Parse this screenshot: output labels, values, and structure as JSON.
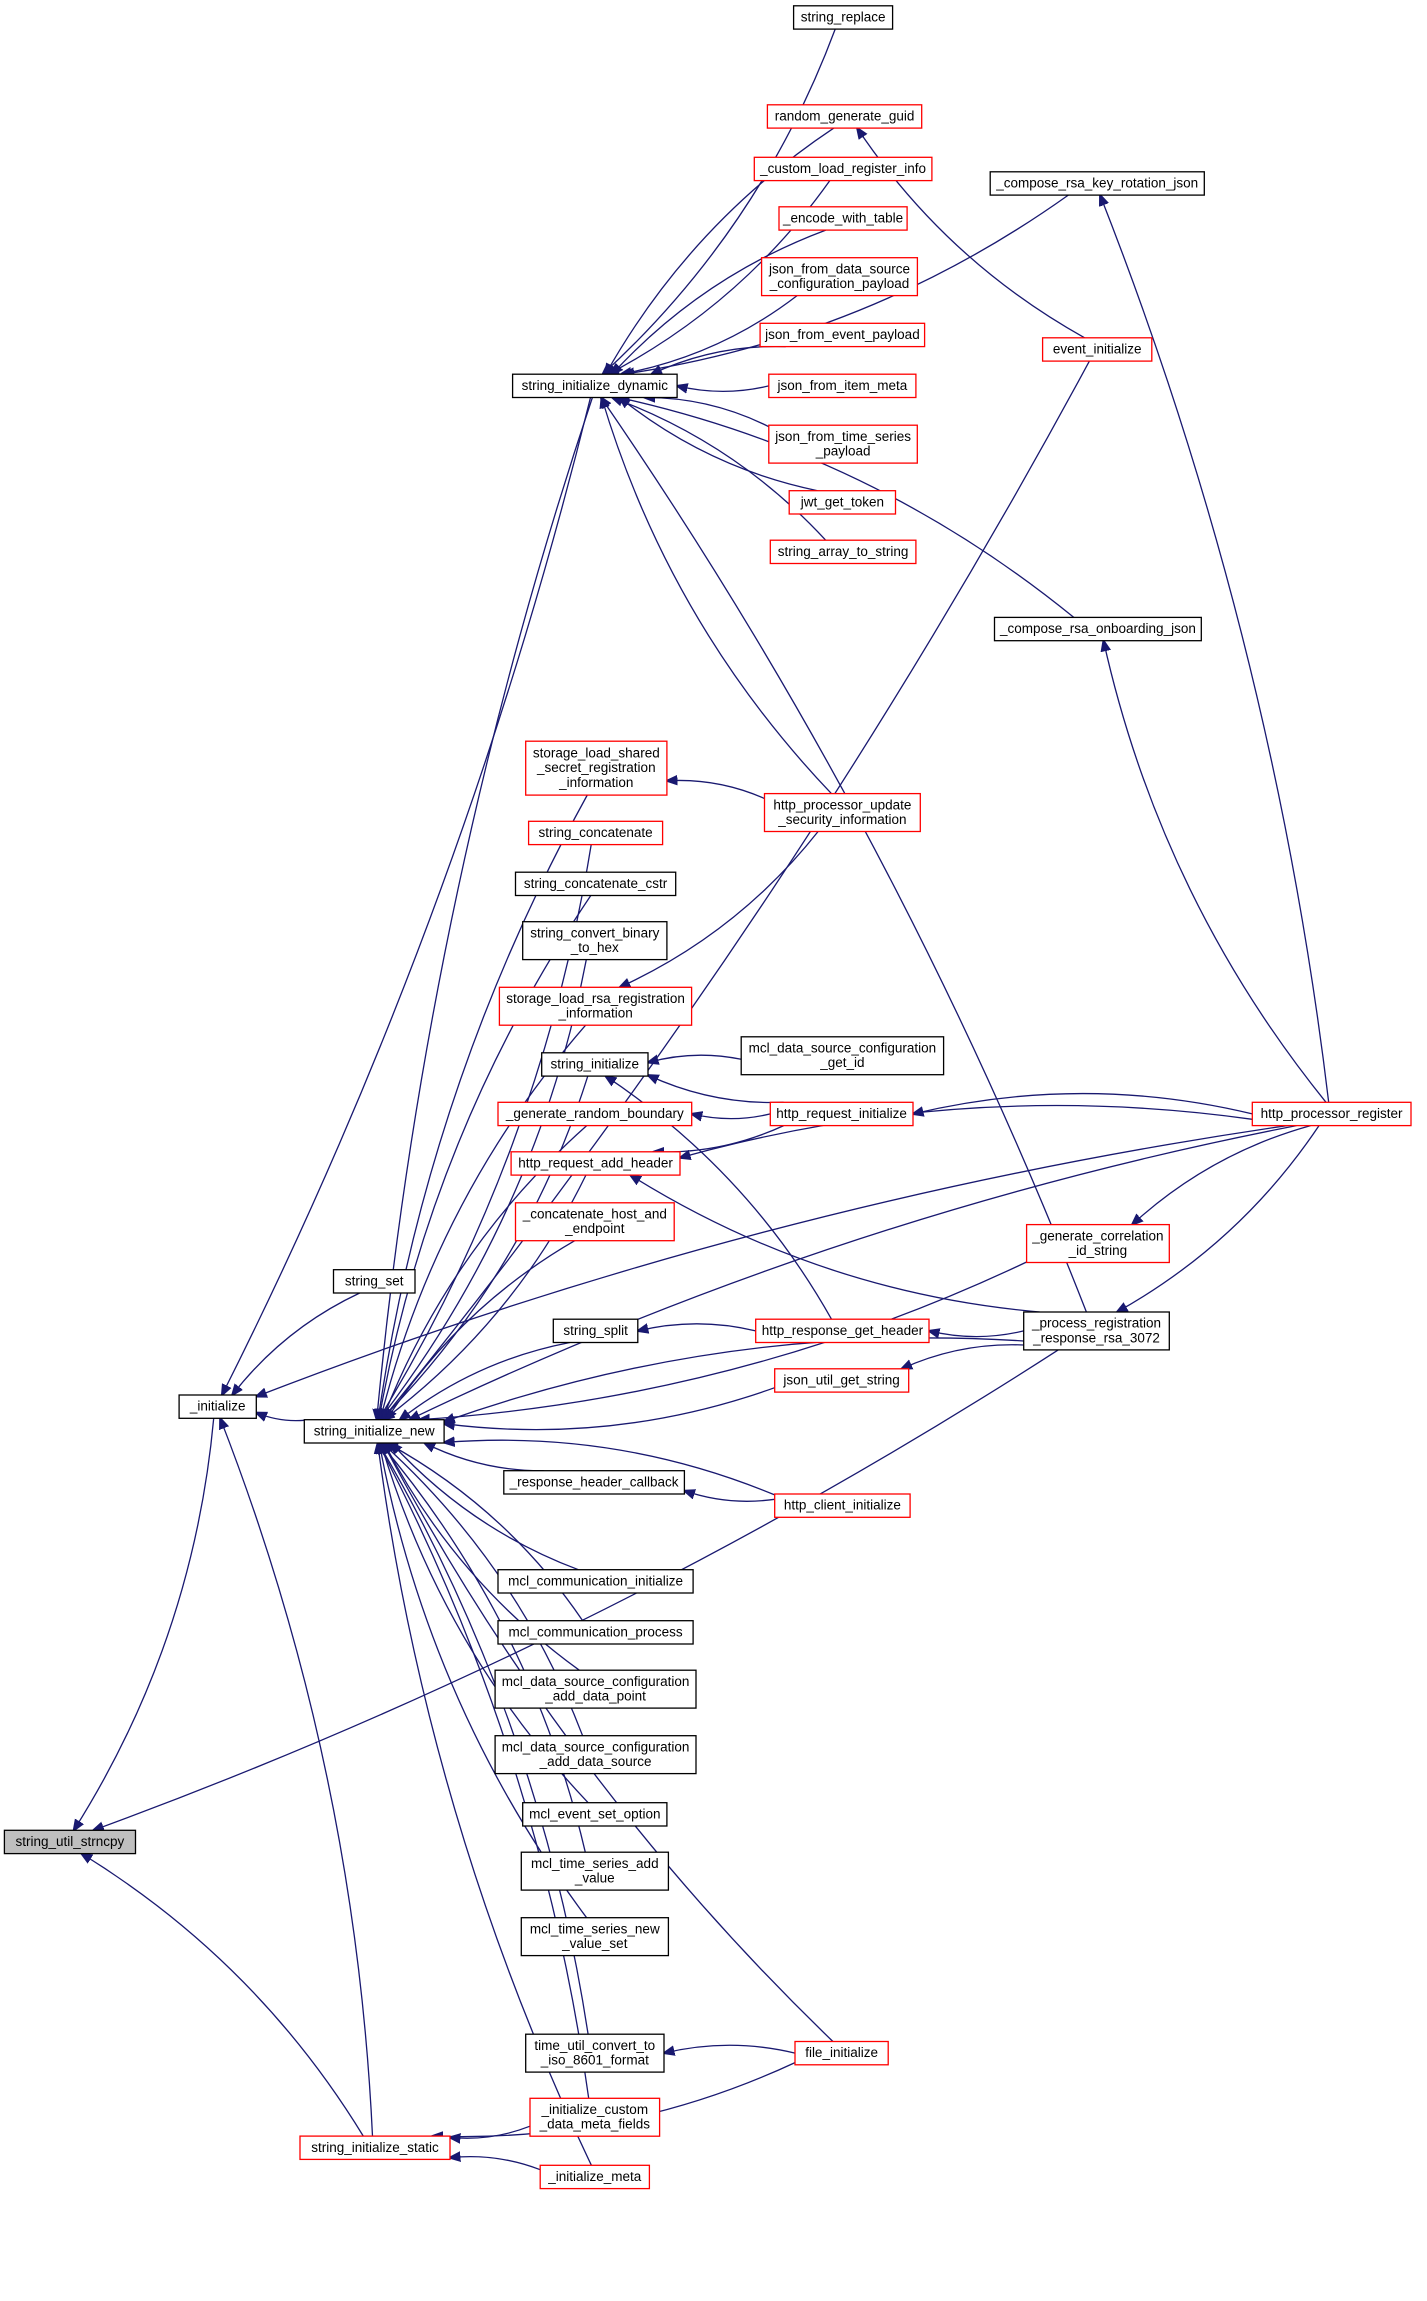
{
  "colors": {
    "edge": "#191970",
    "plain_border": "#000000",
    "undocumented_border": "#ff0000",
    "focus_fill": "#bfbfbf",
    "node_fill": "#ffffff"
  },
  "nodes": [
    {
      "id": "string_util_strncpy",
      "lines": [
        "string_util_strncpy"
      ],
      "style": "focus"
    },
    {
      "id": "_initialize",
      "lines": [
        "_initialize"
      ],
      "style": "plain"
    },
    {
      "id": "string_set",
      "lines": [
        "string_set"
      ],
      "style": "plain"
    },
    {
      "id": "string_initialize_new",
      "lines": [
        "string_initialize_new"
      ],
      "style": "plain"
    },
    {
      "id": "string_initialize_static",
      "lines": [
        "string_initialize_static"
      ],
      "style": "red"
    },
    {
      "id": "string_initialize_dynamic",
      "lines": [
        "string_initialize_dynamic"
      ],
      "style": "plain"
    },
    {
      "id": "string_replace",
      "lines": [
        "string_replace"
      ],
      "style": "plain"
    },
    {
      "id": "random_generate_guid",
      "lines": [
        "random_generate_guid"
      ],
      "style": "red"
    },
    {
      "id": "_custom_load_register_info",
      "lines": [
        "_custom_load_register_info"
      ],
      "style": "red"
    },
    {
      "id": "_encode_with_table",
      "lines": [
        "_encode_with_table"
      ],
      "style": "red"
    },
    {
      "id": "json_from_data_source_configuration_payload",
      "lines": [
        "json_from_data_source",
        "_configuration_payload"
      ],
      "style": "red"
    },
    {
      "id": "json_from_event_payload",
      "lines": [
        "json_from_event_payload"
      ],
      "style": "red"
    },
    {
      "id": "json_from_item_meta",
      "lines": [
        "json_from_item_meta"
      ],
      "style": "red"
    },
    {
      "id": "json_from_time_series_payload",
      "lines": [
        "json_from_time_series",
        "_payload"
      ],
      "style": "red"
    },
    {
      "id": "jwt_get_token",
      "lines": [
        "jwt_get_token"
      ],
      "style": "red"
    },
    {
      "id": "string_array_to_string",
      "lines": [
        "string_array_to_string"
      ],
      "style": "red"
    },
    {
      "id": "_compose_rsa_key_rotation_json",
      "lines": [
        "_compose_rsa_key_rotation_json"
      ],
      "style": "plain"
    },
    {
      "id": "event_initialize",
      "lines": [
        "event_initialize"
      ],
      "style": "red"
    },
    {
      "id": "_compose_rsa_onboarding_json",
      "lines": [
        "_compose_rsa_onboarding_json"
      ],
      "style": "plain"
    },
    {
      "id": "storage_load_shared_secret_registration_information",
      "lines": [
        "storage_load_shared",
        "_secret_registration",
        "_information"
      ],
      "style": "red"
    },
    {
      "id": "http_processor_update_security_information",
      "lines": [
        "http_processor_update",
        "_security_information"
      ],
      "style": "red"
    },
    {
      "id": "string_concatenate",
      "lines": [
        "string_concatenate"
      ],
      "style": "red"
    },
    {
      "id": "string_concatenate_cstr",
      "lines": [
        "string_concatenate_cstr"
      ],
      "style": "plain"
    },
    {
      "id": "string_convert_binary_to_hex",
      "lines": [
        "string_convert_binary",
        "_to_hex"
      ],
      "style": "plain"
    },
    {
      "id": "storage_load_rsa_registration_information",
      "lines": [
        "storage_load_rsa_registration",
        "_information"
      ],
      "style": "red"
    },
    {
      "id": "string_initialize",
      "lines": [
        "string_initialize"
      ],
      "style": "plain"
    },
    {
      "id": "mcl_data_source_configuration_get_id",
      "lines": [
        "mcl_data_source_configuration",
        "_get_id"
      ],
      "style": "plain"
    },
    {
      "id": "_generate_random_boundary",
      "lines": [
        "_generate_random_boundary"
      ],
      "style": "red"
    },
    {
      "id": "http_request_initialize",
      "lines": [
        "http_request_initialize"
      ],
      "style": "red"
    },
    {
      "id": "http_processor_register",
      "lines": [
        "http_processor_register"
      ],
      "style": "red"
    },
    {
      "id": "http_request_add_header",
      "lines": [
        "http_request_add_header"
      ],
      "style": "red"
    },
    {
      "id": "_concatenate_host_and_endpoint",
      "lines": [
        "_concatenate_host_and",
        "_endpoint"
      ],
      "style": "red"
    },
    {
      "id": "_generate_correlation_id_string",
      "lines": [
        "_generate_correlation",
        "_id_string"
      ],
      "style": "red"
    },
    {
      "id": "string_split",
      "lines": [
        "string_split"
      ],
      "style": "plain"
    },
    {
      "id": "http_response_get_header",
      "lines": [
        "http_response_get_header"
      ],
      "style": "red"
    },
    {
      "id": "_process_registration_response_rsa_3072",
      "lines": [
        "_process_registration",
        "_response_rsa_3072"
      ],
      "style": "plain"
    },
    {
      "id": "json_util_get_string",
      "lines": [
        "json_util_get_string"
      ],
      "style": "red"
    },
    {
      "id": "_response_header_callback",
      "lines": [
        "_response_header_callback"
      ],
      "style": "plain"
    },
    {
      "id": "http_client_initialize",
      "lines": [
        "http_client_initialize"
      ],
      "style": "red"
    },
    {
      "id": "mcl_communication_initialize",
      "lines": [
        "mcl_communication_initialize"
      ],
      "style": "plain"
    },
    {
      "id": "mcl_communication_process",
      "lines": [
        "mcl_communication_process"
      ],
      "style": "plain"
    },
    {
      "id": "mcl_data_source_configuration_add_data_point",
      "lines": [
        "mcl_data_source_configuration",
        "_add_data_point"
      ],
      "style": "plain"
    },
    {
      "id": "mcl_data_source_configuration_add_data_source",
      "lines": [
        "mcl_data_source_configuration",
        "_add_data_source"
      ],
      "style": "plain"
    },
    {
      "id": "mcl_event_set_option",
      "lines": [
        "mcl_event_set_option"
      ],
      "style": "plain"
    },
    {
      "id": "mcl_time_series_add_value",
      "lines": [
        "mcl_time_series_add",
        "_value"
      ],
      "style": "plain"
    },
    {
      "id": "mcl_time_series_new_value_set",
      "lines": [
        "mcl_time_series_new",
        "_value_set"
      ],
      "style": "plain"
    },
    {
      "id": "time_util_convert_to_iso_8601_format",
      "lines": [
        "time_util_convert_to",
        "_iso_8601_format"
      ],
      "style": "plain"
    },
    {
      "id": "file_initialize",
      "lines": [
        "file_initialize"
      ],
      "style": "red"
    },
    {
      "id": "_initialize_custom_data_meta_fields",
      "lines": [
        "_initialize_custom",
        "_data_meta_fields"
      ],
      "style": "red"
    },
    {
      "id": "_initialize_meta",
      "lines": [
        "_initialize_meta"
      ],
      "style": "red"
    }
  ],
  "edges": [
    {
      "from": "_initialize",
      "to": "string_util_strncpy"
    },
    {
      "from": "string_initialize_static",
      "to": "string_util_strncpy"
    },
    {
      "from": "_process_registration_response_rsa_3072",
      "to": "string_util_strncpy"
    },
    {
      "from": "string_set",
      "to": "_initialize"
    },
    {
      "from": "string_initialize_new",
      "to": "_initialize"
    },
    {
      "from": "string_initialize_static",
      "to": "_initialize"
    },
    {
      "from": "string_initialize_dynamic",
      "to": "_initialize"
    },
    {
      "from": "http_processor_register",
      "to": "_initialize"
    },
    {
      "from": "string_replace",
      "to": "string_initialize_dynamic"
    },
    {
      "from": "random_generate_guid",
      "to": "string_initialize_dynamic"
    },
    {
      "from": "_custom_load_register_info",
      "to": "string_initialize_dynamic"
    },
    {
      "from": "_encode_with_table",
      "to": "string_initialize_dynamic"
    },
    {
      "from": "json_from_data_source_configuration_payload",
      "to": "string_initialize_dynamic"
    },
    {
      "from": "json_from_event_payload",
      "to": "string_initialize_dynamic"
    },
    {
      "from": "json_from_item_meta",
      "to": "string_initialize_dynamic"
    },
    {
      "from": "json_from_time_series_payload",
      "to": "string_initialize_dynamic"
    },
    {
      "from": "jwt_get_token",
      "to": "string_initialize_dynamic"
    },
    {
      "from": "string_array_to_string",
      "to": "string_initialize_dynamic"
    },
    {
      "from": "_compose_rsa_key_rotation_json",
      "to": "string_initialize_dynamic"
    },
    {
      "from": "_compose_rsa_onboarding_json",
      "to": "string_initialize_dynamic"
    },
    {
      "from": "http_processor_update_security_information",
      "to": "string_initialize_dynamic"
    },
    {
      "from": "_process_registration_response_rsa_3072",
      "to": "string_initialize_dynamic"
    },
    {
      "from": "event_initialize",
      "to": "random_generate_guid"
    },
    {
      "from": "http_processor_register",
      "to": "_compose_rsa_key_rotation_json"
    },
    {
      "from": "http_processor_register",
      "to": "_compose_rsa_onboarding_json"
    },
    {
      "from": "http_processor_update_security_information",
      "to": "storage_load_shared_secret_registration_information"
    },
    {
      "from": "http_processor_update_security_information",
      "to": "storage_load_rsa_registration_information"
    },
    {
      "from": "mcl_data_source_configuration_get_id",
      "to": "string_initialize"
    },
    {
      "from": "http_request_initialize",
      "to": "string_initialize"
    },
    {
      "from": "http_response_get_header",
      "to": "string_initialize"
    },
    {
      "from": "http_request_initialize",
      "to": "_generate_random_boundary"
    },
    {
      "from": "http_processor_register",
      "to": "http_request_initialize"
    },
    {
      "from": "http_request_initialize",
      "to": "http_request_add_header"
    },
    {
      "from": "http_processor_register",
      "to": "http_request_add_header"
    },
    {
      "from": "_process_registration_response_rsa_3072",
      "to": "http_request_add_header"
    },
    {
      "from": "http_processor_register",
      "to": "_generate_correlation_id_string"
    },
    {
      "from": "http_processor_register",
      "to": "_process_registration_response_rsa_3072"
    },
    {
      "from": "http_response_get_header",
      "to": "string_split"
    },
    {
      "from": "_process_registration_response_rsa_3072",
      "to": "http_response_get_header"
    },
    {
      "from": "_process_registration_response_rsa_3072",
      "to": "json_util_get_string"
    },
    {
      "from": "http_client_initialize",
      "to": "_response_header_callback"
    },
    {
      "from": "file_initialize",
      "to": "time_util_convert_to_iso_8601_format"
    },
    {
      "from": "_initialize_custom_data_meta_fields",
      "to": "string_initialize_static"
    },
    {
      "from": "_initialize_meta",
      "to": "string_initialize_static"
    },
    {
      "from": "file_initialize",
      "to": "string_initialize_static"
    },
    {
      "from": "string_initialize_dynamic",
      "to": "string_initialize_new"
    },
    {
      "from": "event_initialize",
      "to": "string_initialize_new"
    },
    {
      "from": "storage_load_shared_secret_registration_information",
      "to": "string_initialize_new"
    },
    {
      "from": "string_concatenate",
      "to": "string_initialize_new"
    },
    {
      "from": "string_concatenate_cstr",
      "to": "string_initialize_new"
    },
    {
      "from": "string_convert_binary_to_hex",
      "to": "string_initialize_new"
    },
    {
      "from": "storage_load_rsa_registration_information",
      "to": "string_initialize_new"
    },
    {
      "from": "string_initialize",
      "to": "string_initialize_new"
    },
    {
      "from": "_generate_random_boundary",
      "to": "string_initialize_new"
    },
    {
      "from": "http_request_add_header",
      "to": "string_initialize_new"
    },
    {
      "from": "_concatenate_host_and_endpoint",
      "to": "string_initialize_new"
    },
    {
      "from": "_generate_correlation_id_string",
      "to": "string_initialize_new"
    },
    {
      "from": "string_split",
      "to": "string_initialize_new"
    },
    {
      "from": "json_util_get_string",
      "to": "string_initialize_new"
    },
    {
      "from": "_process_registration_response_rsa_3072",
      "to": "string_initialize_new"
    },
    {
      "from": "_response_header_callback",
      "to": "string_initialize_new"
    },
    {
      "from": "http_client_initialize",
      "to": "string_initialize_new"
    },
    {
      "from": "mcl_communication_initialize",
      "to": "string_initialize_new"
    },
    {
      "from": "mcl_communication_process",
      "to": "string_initialize_new"
    },
    {
      "from": "mcl_data_source_configuration_add_data_point",
      "to": "string_initialize_new"
    },
    {
      "from": "mcl_data_source_configuration_add_data_source",
      "to": "string_initialize_new"
    },
    {
      "from": "mcl_event_set_option",
      "to": "string_initialize_new"
    },
    {
      "from": "mcl_time_series_add_value",
      "to": "string_initialize_new"
    },
    {
      "from": "mcl_time_series_new_value_set",
      "to": "string_initialize_new"
    },
    {
      "from": "time_util_convert_to_iso_8601_format",
      "to": "string_initialize_new"
    },
    {
      "from": "file_initialize",
      "to": "string_initialize_new"
    },
    {
      "from": "_initialize_custom_data_meta_fields",
      "to": "string_initialize_new"
    },
    {
      "from": "_initialize_meta",
      "to": "string_initialize_new"
    },
    {
      "from": "http_processor_register",
      "to": "string_initialize_new"
    }
  ]
}
